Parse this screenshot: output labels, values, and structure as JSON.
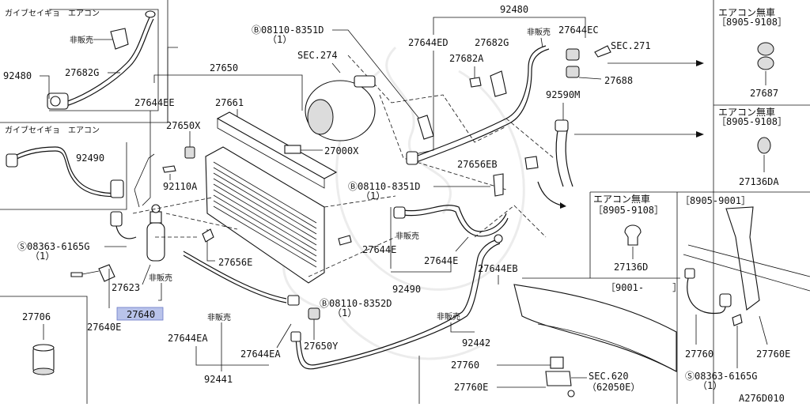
{
  "labels": {
    "topleft_header": "ガイブセイギョ　エアコン",
    "topleft_nonsale": "非販売",
    "topleft_27682G": "27682G",
    "topleft_92480": "92480",
    "midleft_header": "ガイブセイギョ　エアコン",
    "midleft_92490": "92490",
    "bolt_08363_a": "Ⓢ08363-6165G",
    "bolt_08363_a_qty": "（1）",
    "p27623": "27623",
    "p27640": "27640",
    "p27640E": "27640E",
    "nonsale_27640": "非販売",
    "p27706": "27706",
    "p27644EE": "27644EE",
    "p27650": "27650",
    "p27661": "27661",
    "p27650X": "27650X",
    "p92110A": "92110A",
    "p27000X": "27000X",
    "p27656E": "27656E",
    "nonsale_mid": "非販売",
    "p27644EA_a": "27644EA",
    "p27644EA_b": "27644EA",
    "p92441": "92441",
    "p27650Y": "27650Y",
    "bolt_08110_8352D": "Ⓑ08110-8352D",
    "bolt_08110_8352D_qty": "（1）",
    "bolt_08110_8351D_a": "Ⓑ08110-8351D",
    "bolt_08110_8351D_a_qty": "（1）",
    "sec274": "SEC.274",
    "bolt_08110_8351D_b": "Ⓑ08110-8351D",
    "bolt_08110_8351D_b_qty": "（1）",
    "p92480_top": "92480",
    "p27644ED": "27644ED",
    "p27682G": "27682G",
    "nonsale_top": "非販売",
    "p27644EC": "27644EC",
    "sec271": "SEC.271",
    "p27682A": "27682A",
    "p27688": "27688",
    "p92590M": "92590M",
    "p27656EB": "27656EB",
    "p27644E_a": "27644E",
    "nonsale_92490": "非販売",
    "p27644E_b": "27644E",
    "p92490": "92490",
    "p27644EB": "27644EB",
    "nonsale_92442": "非販売",
    "p92442": "92442",
    "p27760_c": "27760",
    "p27760E_c": "27760E",
    "sec620": "SEC.620",
    "sec620_sub": "（62050E）",
    "range_9001": "［9001-　　　］",
    "box1_title": "エアコン無車",
    "box1_range": "［8905-9108］",
    "box1_part": "27687",
    "box2_title": "エアコン無車",
    "box2_range": "［8905-9108］",
    "box2_part": "27136DA",
    "box3_title": "エアコン無車",
    "box3_range": "［8905-9108］",
    "box3_part": "27136D",
    "box4_range": "［8905-9001］",
    "box4_27760": "27760",
    "box4_27760E": "27760E",
    "box4_bolt": "Ⓢ08363-6165G",
    "box4_bolt_qty": "（1）",
    "diagram_code": "A276D010"
  },
  "highlight_color": "#b9c3ea"
}
